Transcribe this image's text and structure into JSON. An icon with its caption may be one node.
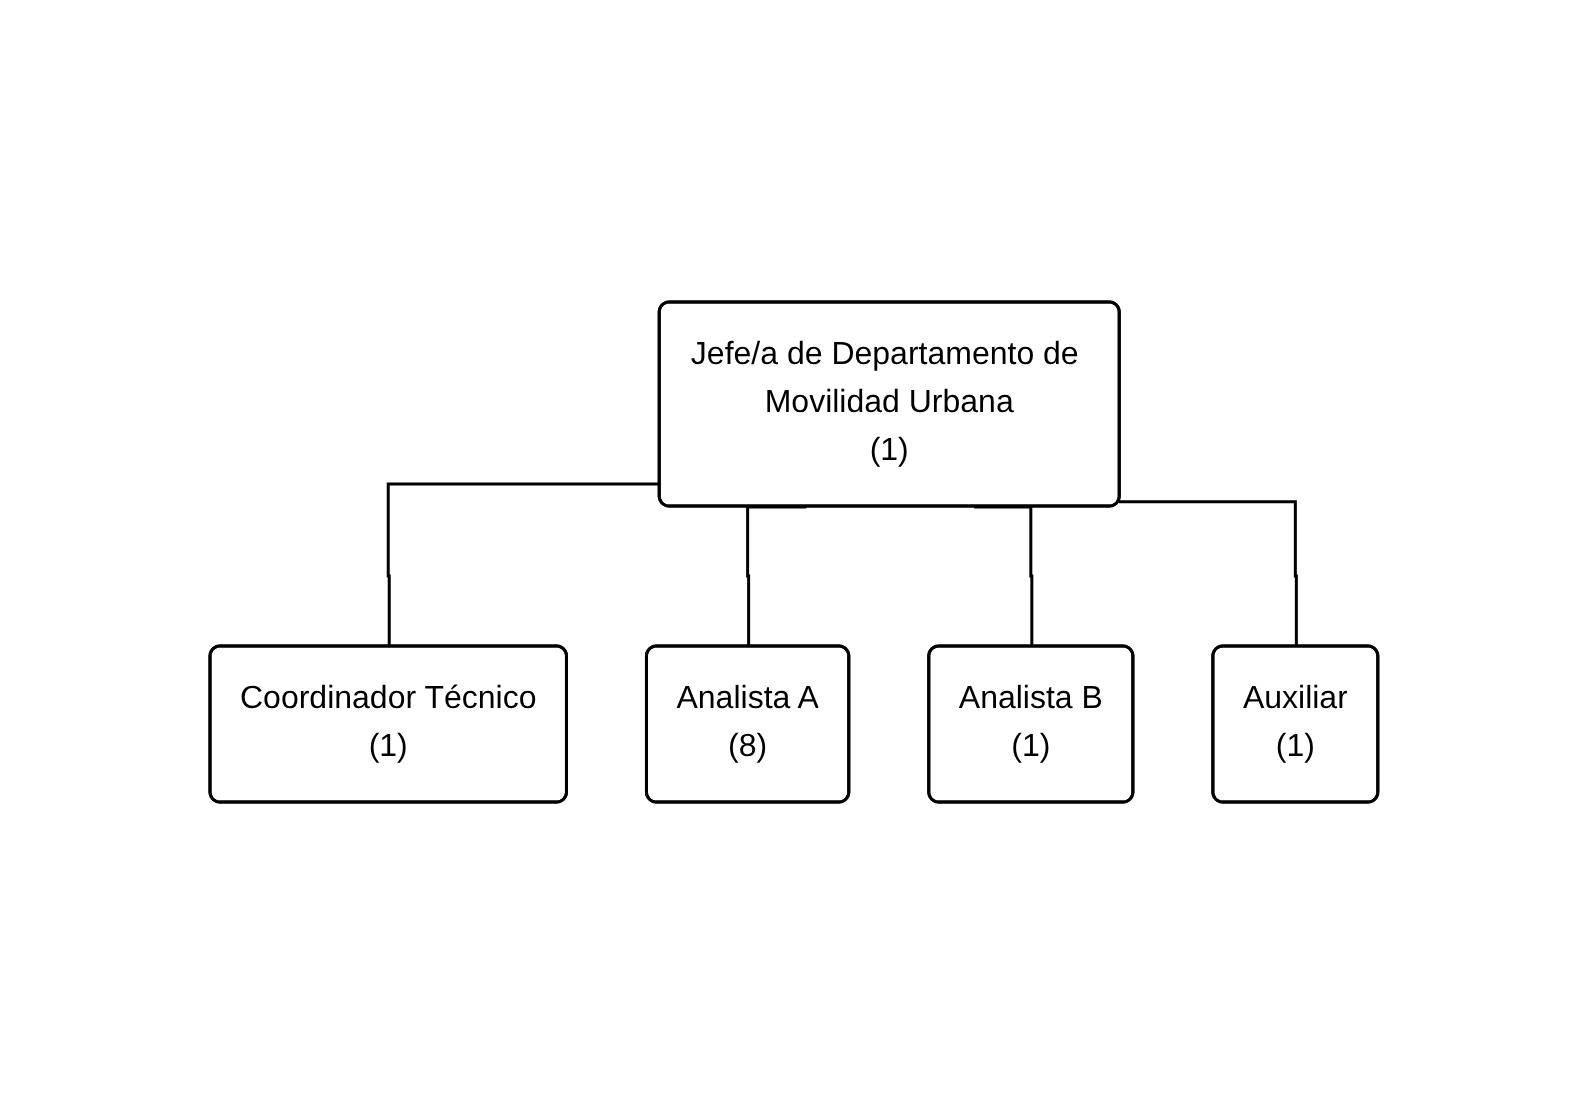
{
  "diagram": {
    "nodes": [
      {
        "text": [
          "Jefe/a de Departamento de Movilidad Urbana",
          "(1)"
        ]
      },
      {
        "text": [
          "Coordinador Técnico",
          "(1)"
        ]
      },
      {
        "text": [
          "Analista A",
          "(8)"
        ]
      },
      {
        "text": [
          "Analista B",
          "(1)"
        ]
      },
      {
        "text": [
          "Auxiliar",
          "(1)"
        ]
      }
    ],
    "edges": [
      {
        "from": 0,
        "to": 1,
        "arrow": "none"
      },
      {
        "from": 0,
        "to": 2,
        "arrow": "none"
      },
      {
        "from": 0,
        "to": 3,
        "arrow": "none"
      },
      {
        "from": 0,
        "to": 4,
        "arrow": "none"
      }
    ]
  }
}
